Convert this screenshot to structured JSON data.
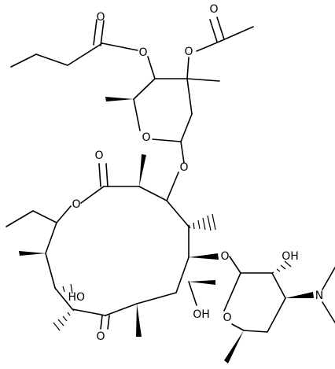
{
  "diagram": {
    "labels": {
      "o_propionate_carbonyl": "O",
      "o_propionate_ester": "O",
      "o_acetate_carbonyl": "O",
      "o_acetate_ester": "O",
      "o_cladinose_ring": "O",
      "o_glycoside_1": "O",
      "o_lactone_carbonyl": "O",
      "o_lactone_ring": "O",
      "oh_c11": "HO",
      "o_ketone": "O",
      "oh_c6": "OH",
      "o_glycoside_2": "O",
      "oh_desosamine": "OH",
      "o_desosamine_ring": "O",
      "n_dimethylamino": "N"
    }
  }
}
